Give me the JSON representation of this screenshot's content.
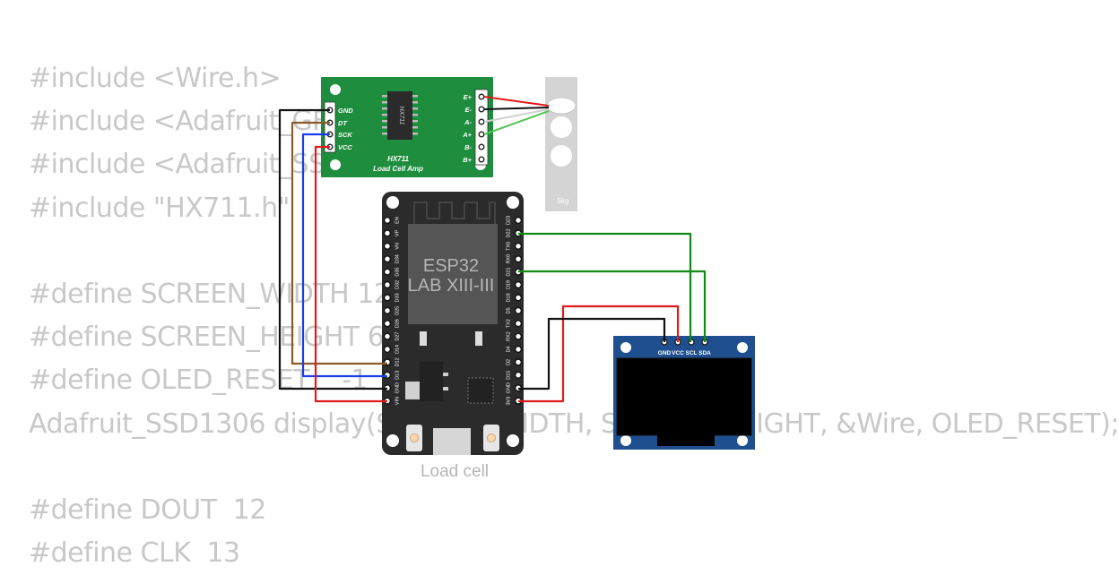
{
  "code_lines": [
    "#include <Wire.h>",
    "#include <Adafruit_GFX.h>",
    "#include <Adafruit_SSD1306.h>",
    "#include \"HX711.h\"",
    "",
    "#define SCREEN_WIDTH 128",
    "#define SCREEN_HEIGHT 64",
    "#define OLED_RESET    -1",
    "Adafruit_SSD1306 display(SCREEN_WIDTH, SCREEN_HEIGHT, &Wire, OLED_RESET);",
    "",
    "#define DOUT  12",
    "#define CLK  13"
  ],
  "hx711": {
    "chip_label": "HX711",
    "title": "HX711",
    "subtitle": "Load Cell Amp",
    "left_pins": [
      "GND",
      "DT",
      "SCK",
      "VCC"
    ],
    "right_pins": [
      "E+",
      "E-",
      "A-",
      "A+",
      "B-",
      "B+"
    ]
  },
  "loadcell": {
    "label": "5kg"
  },
  "esp32": {
    "module_line1": "ESP32",
    "module_line2": "LAB XIII-III",
    "caption": "Load cell",
    "left_pins": [
      "EN",
      "VP",
      "VN",
      "D34",
      "D35",
      "D32",
      "D33",
      "D25",
      "D26",
      "D27",
      "D14",
      "D12",
      "D13",
      "GND",
      "VIN"
    ],
    "right_pins": [
      "D23",
      "D22",
      "TX0",
      "RX0",
      "D21",
      "D19",
      "D18",
      "D5",
      "TX2",
      "RX2",
      "D4",
      "D2",
      "D15",
      "GND",
      "3V3"
    ]
  },
  "oled": {
    "pins": [
      "GND",
      "VCC",
      "SCL",
      "SDA"
    ]
  },
  "wire_colors": {
    "black": "#111111",
    "brown": "#8b5a2b",
    "blue": "#1a3ee6",
    "red": "#e01b1b",
    "green": "#138a13",
    "white": "#d8d8d8",
    "lightgreen": "#55c455"
  }
}
